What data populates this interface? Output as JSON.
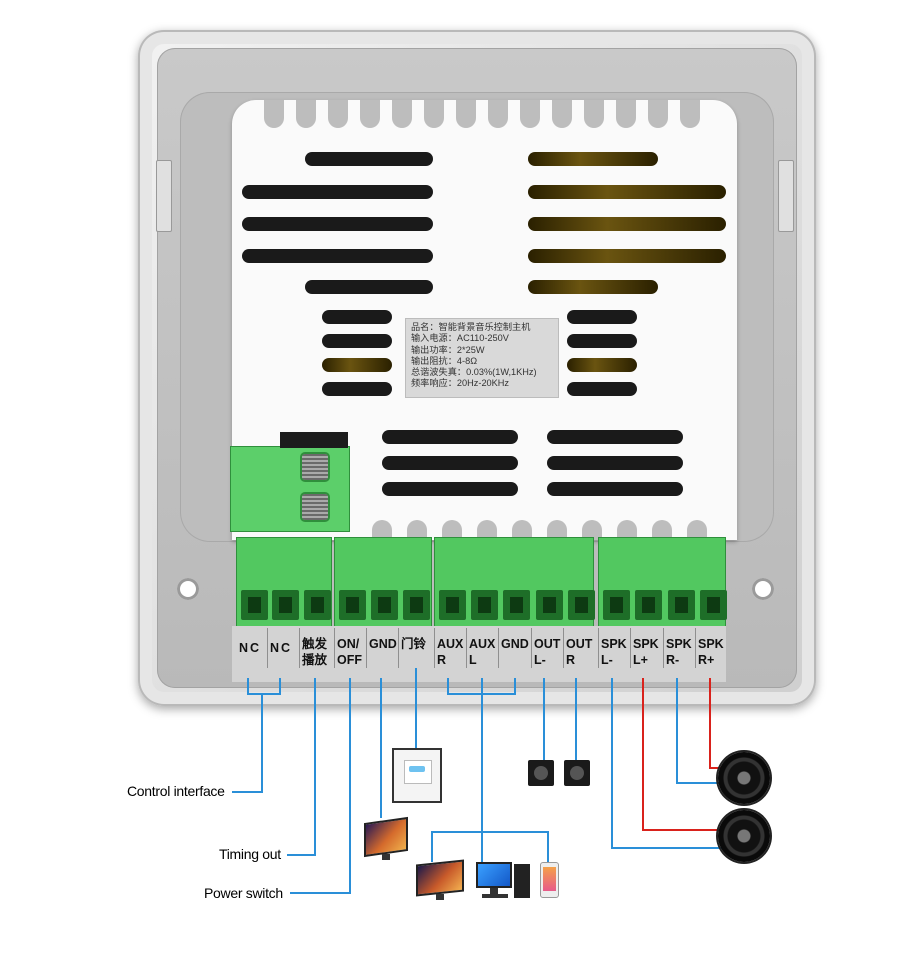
{
  "product_label": {
    "lines": [
      "品名：智能背景音乐控制主机",
      "输入电源：AC110-250V",
      "输出功率：2*25W",
      "输出阻抗：4-8Ω",
      "总谐波失真：0.03%(1W,1KHz)",
      "频率响应：20Hz-20KHz"
    ]
  },
  "terminals": [
    {
      "line1": "N",
      "line2": "C",
      "inline": true
    },
    {
      "line1": "N",
      "line2": "C",
      "inline": true
    },
    {
      "line1": "触发",
      "line2": "播放"
    },
    {
      "line1": "ON/",
      "line2": "OFF"
    },
    {
      "line1": "GND",
      "line2": ""
    },
    {
      "line1": "门铃",
      "line2": ""
    },
    {
      "line1": "AUX",
      "line2": "R"
    },
    {
      "line1": "AUX",
      "line2": "L"
    },
    {
      "line1": "GND",
      "line2": ""
    },
    {
      "line1": "OUT",
      "line2": "L-"
    },
    {
      "line1": "OUT",
      "line2": "R"
    },
    {
      "line1": "SPK",
      "line2": "L-"
    },
    {
      "line1": "SPK",
      "line2": "L+"
    },
    {
      "line1": "SPK",
      "line2": "R-"
    },
    {
      "line1": "SPK",
      "line2": "R+"
    }
  ],
  "annotations": {
    "control_interface": "Control interface",
    "timing_out": "Timing out",
    "power_switch": "Power switch"
  },
  "colors": {
    "terminal_green": "#52c860",
    "wire_blue": "#2a8fd8",
    "wire_red": "#d9221c",
    "panel_silver": "#cfcfcf"
  },
  "devices": [
    "doorbell-switch-icon",
    "monitor-icon",
    "tv-icon",
    "desktop-pc-icon",
    "smartphone-icon",
    "bookshelf-speakers-icon",
    "ceiling-speaker-icon"
  ]
}
